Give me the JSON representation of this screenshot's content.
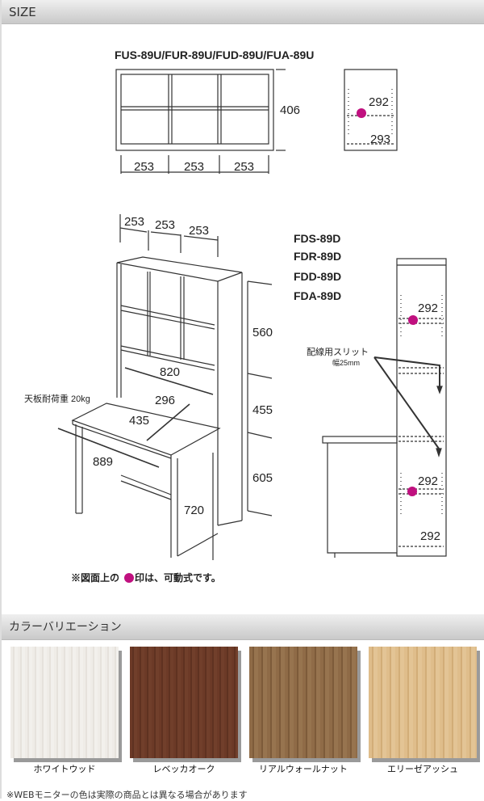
{
  "sections": {
    "size": "SIZE",
    "colors": "カラーバリエーション"
  },
  "upper_unit": {
    "models": "FUS-89U/FUR-89U/FUD-89U/FUA-89U",
    "height": "406",
    "widths": [
      "253",
      "253",
      "253"
    ],
    "side_depths": [
      "292",
      "293"
    ]
  },
  "desk": {
    "models": [
      "FDS-89D",
      "FDR-89D",
      "FDD-89D",
      "FDA-89D"
    ],
    "top_widths": [
      "253",
      "253",
      "253"
    ],
    "heights": [
      "560",
      "455",
      "605"
    ],
    "inner_width": "820",
    "depth_296": "296",
    "depth_435": "435",
    "width_889": "889",
    "height_720": "720",
    "load": "天板耐荷重 20kg",
    "slit_label": "配線用スリット",
    "slit_width": "幅25mm",
    "side_depths": [
      "292",
      "292",
      "292"
    ],
    "note_prefix": "※図面上の",
    "note_suffix": "印は、可動式です。"
  },
  "accent": "#c0107f",
  "colors": [
    {
      "name": "ホワイトウッド",
      "hex": "#ece9e4"
    },
    {
      "name": "レベッカオーク",
      "hex": "#6b3a26"
    },
    {
      "name": "リアルウォールナット",
      "hex": "#8d6a45"
    },
    {
      "name": "エリーゼアッシュ",
      "hex": "#dcb884"
    }
  ],
  "disclaimer": "※WEBモニターの色は実際の商品とは異なる場合があります"
}
